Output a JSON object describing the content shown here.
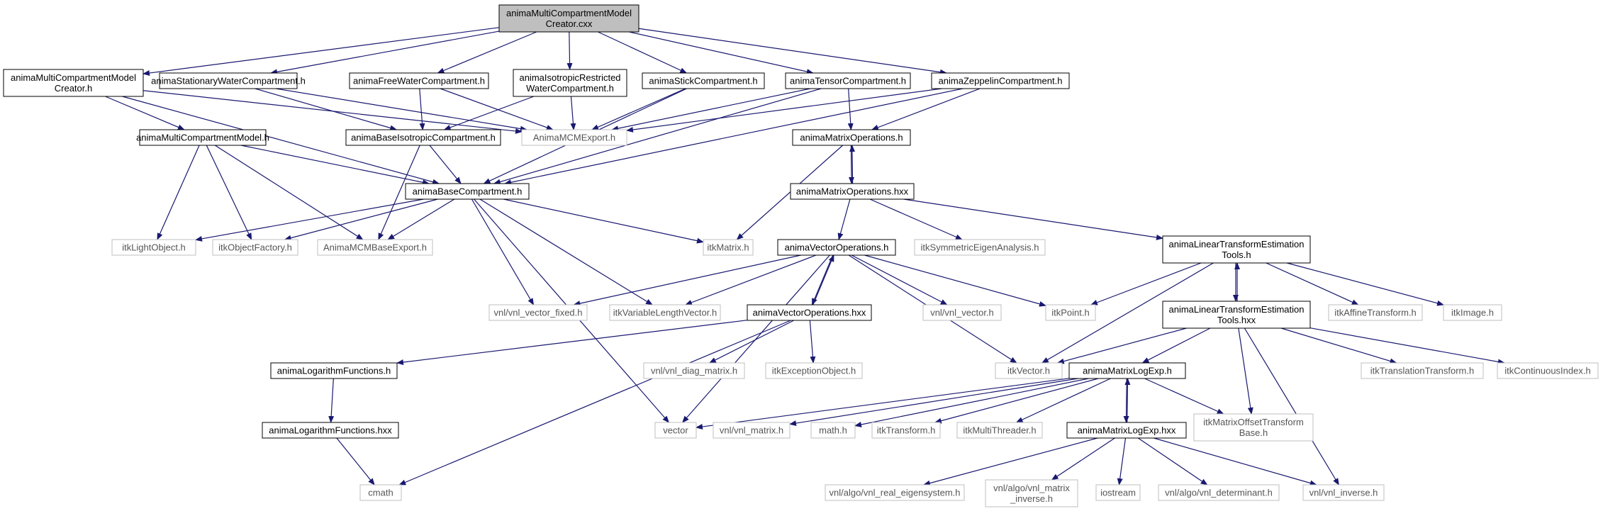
{
  "colors": {
    "edge": "#191970",
    "node_border_main": "#000000",
    "node_border_ext": "#bfbfbf",
    "node_fill_root": "#bfbfbf",
    "node_fill": "#ffffff",
    "text_main": "#000000",
    "text_ext": "#555555"
  },
  "nodes": [
    {
      "id": "root",
      "lines": [
        "animaMultiCompartmentModel",
        "Creator.cxx"
      ],
      "kind": "root"
    },
    {
      "id": "mcmCreatorH",
      "lines": [
        "animaMultiCompartmentModel",
        "Creator.h"
      ],
      "kind": "main"
    },
    {
      "id": "stationary",
      "lines": [
        "animaStationaryWaterCompartment.h"
      ],
      "kind": "main"
    },
    {
      "id": "freeWater",
      "lines": [
        "animaFreeWaterCompartment.h"
      ],
      "kind": "main"
    },
    {
      "id": "isoRestricted",
      "lines": [
        "animaIsotropicRestricted",
        "WaterCompartment.h"
      ],
      "kind": "main"
    },
    {
      "id": "stick",
      "lines": [
        "animaStickCompartment.h"
      ],
      "kind": "main"
    },
    {
      "id": "tensor",
      "lines": [
        "animaTensorCompartment.h"
      ],
      "kind": "main"
    },
    {
      "id": "zeppelin",
      "lines": [
        "animaZeppelinCompartment.h"
      ],
      "kind": "main"
    },
    {
      "id": "mcmH",
      "lines": [
        "animaMultiCompartmentModel.h"
      ],
      "kind": "main"
    },
    {
      "id": "baseIso",
      "lines": [
        "animaBaseIsotropicCompartment.h"
      ],
      "kind": "main"
    },
    {
      "id": "mcmExport",
      "lines": [
        "AnimaMCMExport.h"
      ],
      "kind": "ext"
    },
    {
      "id": "matOpsH",
      "lines": [
        "animaMatrixOperations.h"
      ],
      "kind": "main"
    },
    {
      "id": "baseComp",
      "lines": [
        "animaBaseCompartment.h"
      ],
      "kind": "main"
    },
    {
      "id": "matOpsHxx",
      "lines": [
        "animaMatrixOperations.hxx"
      ],
      "kind": "main"
    },
    {
      "id": "lightObj",
      "lines": [
        "itkLightObject.h"
      ],
      "kind": "ext"
    },
    {
      "id": "objFactory",
      "lines": [
        "itkObjectFactory.h"
      ],
      "kind": "ext"
    },
    {
      "id": "mcmBaseExport",
      "lines": [
        "AnimaMCMBaseExport.h"
      ],
      "kind": "ext"
    },
    {
      "id": "itkMatrix",
      "lines": [
        "itkMatrix.h"
      ],
      "kind": "ext"
    },
    {
      "id": "vecOpsH",
      "lines": [
        "animaVectorOperations.h"
      ],
      "kind": "main"
    },
    {
      "id": "symEigen",
      "lines": [
        "itkSymmetricEigenAnalysis.h"
      ],
      "kind": "ext"
    },
    {
      "id": "linTransH",
      "lines": [
        "animaLinearTransformEstimation",
        "Tools.h"
      ],
      "kind": "main"
    },
    {
      "id": "vnlVecFixed",
      "lines": [
        "vnl/vnl_vector_fixed.h"
      ],
      "kind": "ext"
    },
    {
      "id": "varLenVec",
      "lines": [
        "itkVariableLengthVector.h"
      ],
      "kind": "ext"
    },
    {
      "id": "vecOpsHxx",
      "lines": [
        "animaVectorOperations.hxx"
      ],
      "kind": "main"
    },
    {
      "id": "vnlVector",
      "lines": [
        "vnl/vnl_vector.h"
      ],
      "kind": "ext"
    },
    {
      "id": "itkPoint",
      "lines": [
        "itkPoint.h"
      ],
      "kind": "ext"
    },
    {
      "id": "linTransHxx",
      "lines": [
        "animaLinearTransformEstimation",
        "Tools.hxx"
      ],
      "kind": "main"
    },
    {
      "id": "affine",
      "lines": [
        "itkAffineTransform.h"
      ],
      "kind": "ext"
    },
    {
      "id": "itkImage",
      "lines": [
        "itkImage.h"
      ],
      "kind": "ext"
    },
    {
      "id": "logFuncH",
      "lines": [
        "animaLogarithmFunctions.h"
      ],
      "kind": "main"
    },
    {
      "id": "vnlDiag",
      "lines": [
        "vnl/vnl_diag_matrix.h"
      ],
      "kind": "ext"
    },
    {
      "id": "excObj",
      "lines": [
        "itkExceptionObject.h"
      ],
      "kind": "ext"
    },
    {
      "id": "itkVector",
      "lines": [
        "itkVector.h"
      ],
      "kind": "ext"
    },
    {
      "id": "matLogExpH",
      "lines": [
        "animaMatrixLogExp.h"
      ],
      "kind": "main"
    },
    {
      "id": "translation",
      "lines": [
        "itkTranslationTransform.h"
      ],
      "kind": "ext"
    },
    {
      "id": "contIndex",
      "lines": [
        "itkContinuousIndex.h"
      ],
      "kind": "ext"
    },
    {
      "id": "logFuncHxx",
      "lines": [
        "animaLogarithmFunctions.hxx"
      ],
      "kind": "main"
    },
    {
      "id": "vectorStd",
      "lines": [
        "vector"
      ],
      "kind": "ext"
    },
    {
      "id": "vnlMatrix",
      "lines": [
        "vnl/vnl_matrix.h"
      ],
      "kind": "ext"
    },
    {
      "id": "mathH",
      "lines": [
        "math.h"
      ],
      "kind": "ext"
    },
    {
      "id": "itkTransform",
      "lines": [
        "itkTransform.h"
      ],
      "kind": "ext"
    },
    {
      "id": "multiThreader",
      "lines": [
        "itkMultiThreader.h"
      ],
      "kind": "ext"
    },
    {
      "id": "matLogExpHxx",
      "lines": [
        "animaMatrixLogExp.hxx"
      ],
      "kind": "main"
    },
    {
      "id": "matOffset",
      "lines": [
        "itkMatrixOffsetTransform",
        "Base.h"
      ],
      "kind": "ext"
    },
    {
      "id": "cmath",
      "lines": [
        "cmath"
      ],
      "kind": "ext"
    },
    {
      "id": "realEigen",
      "lines": [
        "vnl/algo/vnl_real_eigensystem.h"
      ],
      "kind": "ext"
    },
    {
      "id": "matInverse",
      "lines": [
        "vnl/algo/vnl_matrix",
        "_inverse.h"
      ],
      "kind": "ext"
    },
    {
      "id": "iostream",
      "lines": [
        "iostream"
      ],
      "kind": "ext"
    },
    {
      "id": "determinant",
      "lines": [
        "vnl/algo/vnl_determinant.h"
      ],
      "kind": "ext"
    },
    {
      "id": "vnlInverse",
      "lines": [
        "vnl/vnl_inverse.h"
      ],
      "kind": "ext"
    }
  ],
  "edges": [
    [
      "root",
      "mcmCreatorH"
    ],
    [
      "root",
      "stationary"
    ],
    [
      "root",
      "freeWater"
    ],
    [
      "root",
      "isoRestricted"
    ],
    [
      "root",
      "stick"
    ],
    [
      "root",
      "tensor"
    ],
    [
      "root",
      "zeppelin"
    ],
    [
      "mcmCreatorH",
      "mcmH"
    ],
    [
      "mcmCreatorH",
      "mcmExport"
    ],
    [
      "mcmCreatorH",
      "baseComp"
    ],
    [
      "stationary",
      "baseIso"
    ],
    [
      "stationary",
      "mcmExport"
    ],
    [
      "freeWater",
      "baseIso"
    ],
    [
      "freeWater",
      "mcmExport"
    ],
    [
      "isoRestricted",
      "baseIso"
    ],
    [
      "isoRestricted",
      "mcmExport"
    ],
    [
      "stick",
      "mcmExport"
    ],
    [
      "stick",
      "baseComp"
    ],
    [
      "tensor",
      "mcmExport"
    ],
    [
      "tensor",
      "matOpsH"
    ],
    [
      "tensor",
      "baseComp"
    ],
    [
      "zeppelin",
      "mcmExport"
    ],
    [
      "zeppelin",
      "matOpsH"
    ],
    [
      "zeppelin",
      "baseComp"
    ],
    [
      "mcmH",
      "baseComp"
    ],
    [
      "mcmH",
      "lightObj"
    ],
    [
      "mcmH",
      "objFactory"
    ],
    [
      "mcmH",
      "mcmBaseExport"
    ],
    [
      "baseIso",
      "baseComp"
    ],
    [
      "baseIso",
      "mcmBaseExport"
    ],
    [
      "matOpsH",
      "matOpsHxx"
    ],
    [
      "matOpsHxx",
      "matOpsH"
    ],
    [
      "matOpsH",
      "itkMatrix"
    ],
    [
      "matOpsHxx",
      "vecOpsH"
    ],
    [
      "matOpsHxx",
      "symEigen"
    ],
    [
      "matOpsHxx",
      "linTransH"
    ],
    [
      "baseComp",
      "lightObj"
    ],
    [
      "baseComp",
      "objFactory"
    ],
    [
      "baseComp",
      "mcmBaseExport"
    ],
    [
      "baseComp",
      "itkMatrix"
    ],
    [
      "baseComp",
      "vnlVecFixed"
    ],
    [
      "baseComp",
      "varLenVec"
    ],
    [
      "baseComp",
      "vectorStd"
    ],
    [
      "vecOpsH",
      "vnlVecFixed"
    ],
    [
      "vecOpsH",
      "varLenVec"
    ],
    [
      "vecOpsH",
      "vecOpsHxx"
    ],
    [
      "vecOpsHxx",
      "vecOpsH"
    ],
    [
      "vecOpsH",
      "vnlVector"
    ],
    [
      "vecOpsH",
      "itkPoint"
    ],
    [
      "vecOpsH",
      "itkVector"
    ],
    [
      "vecOpsH",
      "vectorStd"
    ],
    [
      "vecOpsHxx",
      "logFuncH"
    ],
    [
      "vecOpsHxx",
      "vnlDiag"
    ],
    [
      "vecOpsHxx",
      "excObj"
    ],
    [
      "vecOpsHxx",
      "cmath"
    ],
    [
      "linTransH",
      "itkPoint"
    ],
    [
      "linTransH",
      "linTransHxx"
    ],
    [
      "linTransHxx",
      "linTransH"
    ],
    [
      "linTransH",
      "affine"
    ],
    [
      "linTransH",
      "itkImage"
    ],
    [
      "linTransH",
      "itkVector"
    ],
    [
      "linTransHxx",
      "itkVector"
    ],
    [
      "linTransHxx",
      "matLogExpH"
    ],
    [
      "linTransHxx",
      "translation"
    ],
    [
      "linTransHxx",
      "contIndex"
    ],
    [
      "linTransHxx",
      "matOffset"
    ],
    [
      "linTransHxx",
      "vnlInverse"
    ],
    [
      "logFuncH",
      "logFuncHxx"
    ],
    [
      "logFuncHxx",
      "cmath"
    ],
    [
      "matLogExpH",
      "vectorStd"
    ],
    [
      "matLogExpH",
      "vnlMatrix"
    ],
    [
      "matLogExpH",
      "mathH"
    ],
    [
      "matLogExpH",
      "itkTransform"
    ],
    [
      "matLogExpH",
      "multiThreader"
    ],
    [
      "matLogExpH",
      "matLogExpHxx"
    ],
    [
      "matLogExpHxx",
      "matLogExpH"
    ],
    [
      "matLogExpH",
      "matOffset"
    ],
    [
      "matLogExpHxx",
      "realEigen"
    ],
    [
      "matLogExpHxx",
      "matInverse"
    ],
    [
      "matLogExpHxx",
      "iostream"
    ],
    [
      "matLogExpHxx",
      "determinant"
    ],
    [
      "matLogExpHxx",
      "vnlInverse"
    ]
  ]
}
